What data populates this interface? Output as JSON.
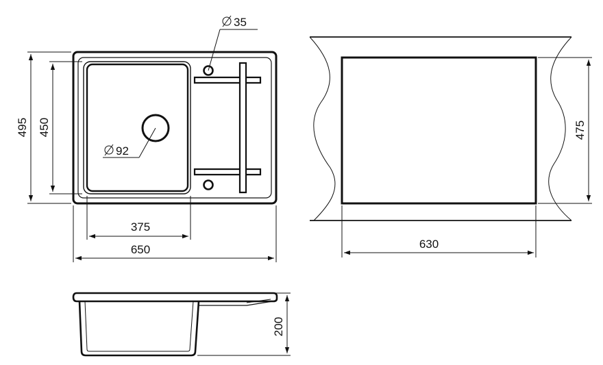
{
  "drawing": {
    "top_view": {
      "overall_width": "650",
      "overall_height": "495",
      "bowl_width": "375",
      "bowl_height": "450",
      "drain_diameter": "92",
      "tap_hole_diameter": "35"
    },
    "cutout": {
      "width": "630",
      "height": "475"
    },
    "side_view": {
      "depth": "200"
    }
  }
}
